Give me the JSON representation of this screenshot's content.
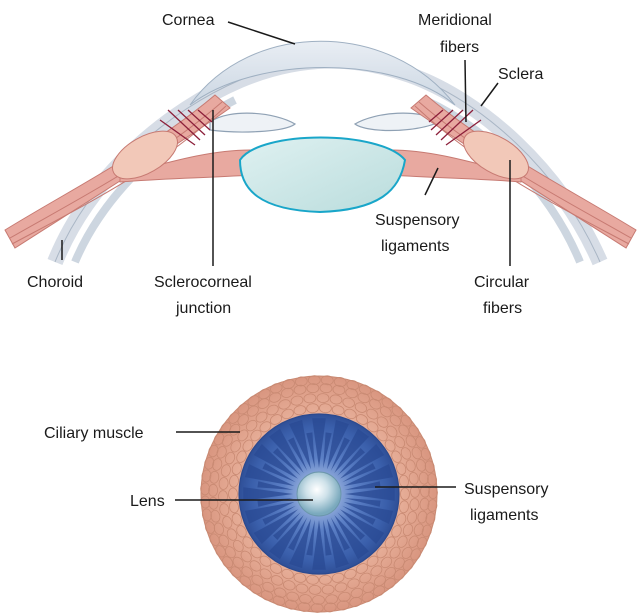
{
  "side_view": {
    "labels": {
      "cornea": "Cornea",
      "meridional_l1": "Meridional",
      "meridional_l2": "fibers",
      "sclera": "Sclera",
      "suspensory_l1": "Suspensory",
      "suspensory_l2": "ligaments",
      "choroid": "Choroid",
      "sclerocorneal_l1": "Sclerocorneal",
      "sclerocorneal_l2": "junction",
      "circular_l1": "Circular",
      "circular_l2": "fibers"
    }
  },
  "front_view": {
    "labels": {
      "ciliary_muscle": "Ciliary muscle",
      "lens": "Lens",
      "suspensory_l1": "Suspensory",
      "suspensory_l2": "ligaments"
    }
  },
  "colors": {
    "muscle": "#e8a9a0",
    "muscle_stroke": "#c77a72",
    "fiber_dark": "#8c1f3a",
    "sclera": "#d7dde6",
    "cornea": "#dfe7ef",
    "lens_fill": "#cfe8e8",
    "lens_stroke": "#19a6c9",
    "ring_fill": "#e6a991",
    "disc_blue": "#3f64b0",
    "lens_center": "#9fc4d4"
  }
}
